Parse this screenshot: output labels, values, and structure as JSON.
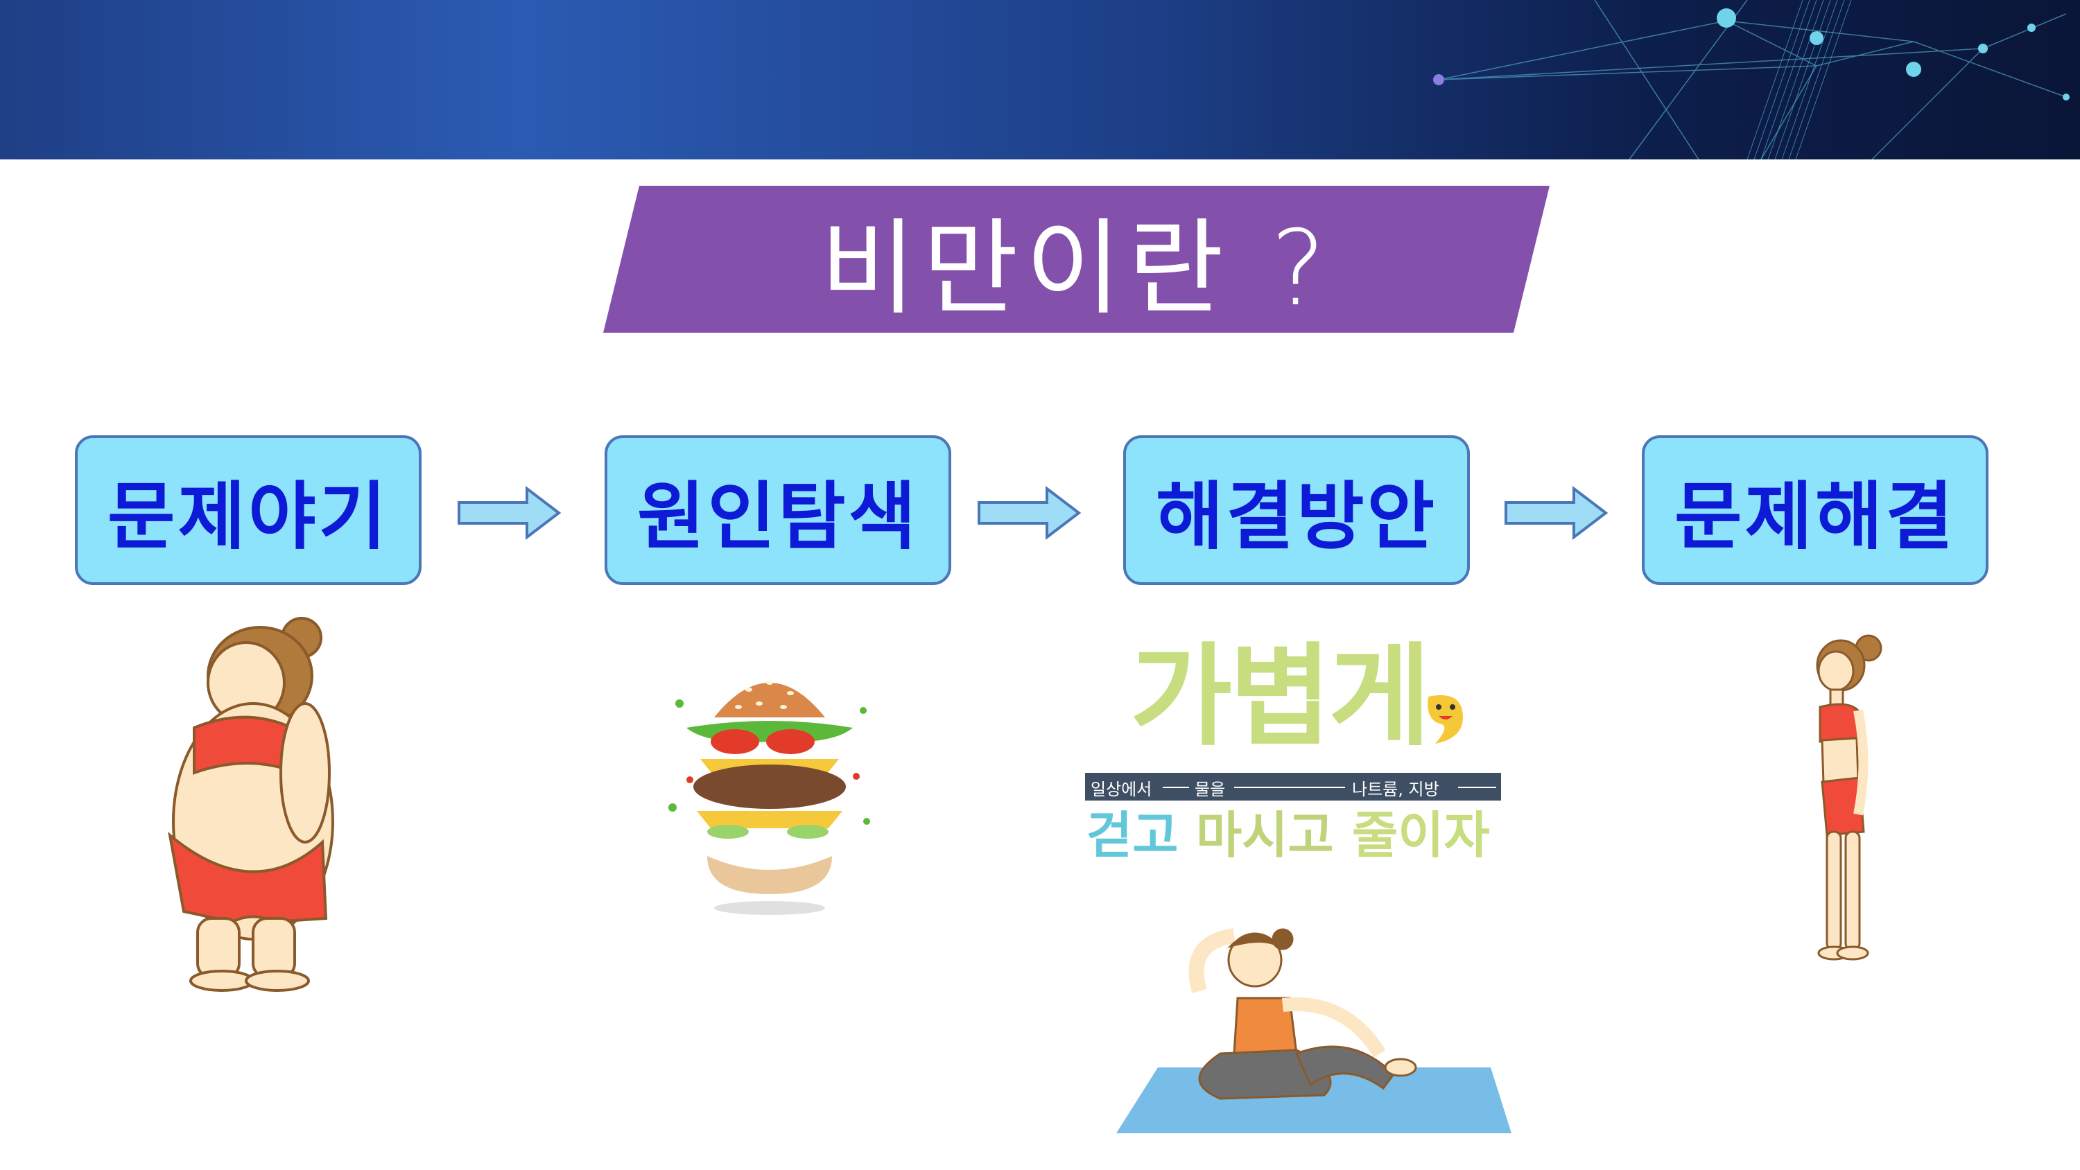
{
  "title": "비만이란 ?",
  "steps": [
    {
      "label": "문제야기"
    },
    {
      "label": "원인탐색"
    },
    {
      "label": "해결방안"
    },
    {
      "label": "문제해결"
    }
  ],
  "slogan": {
    "main": "가볍게",
    "bar_items": [
      "일상에서",
      "물을",
      "나트륨, 지방"
    ],
    "actions": [
      "걷고",
      "마시고",
      "줄이자"
    ]
  },
  "colors": {
    "banner": "#2b5bb3",
    "title_bg": "#8350ab",
    "step_bg": "#8de3fb",
    "step_border": "#4b76b8",
    "step_text": "#0e1bd6",
    "arrow_fill": "#9fdcf5"
  }
}
